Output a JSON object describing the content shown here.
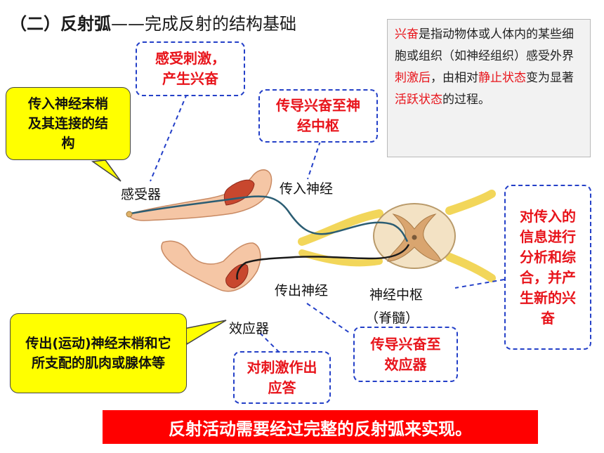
{
  "title": {
    "main": "（二）反射弧",
    "dash": "——",
    "sub": "完成反射的结构基础"
  },
  "definition": {
    "w1": "兴奋",
    "t1": "是指动物体或人体内的某些细胞或组织（如神经组织）感受外界",
    "w2": "刺激后",
    "t2": "，由相对",
    "w3": "静止状态",
    "t3": "变为显著",
    "w4": "活跃状态",
    "t4": "的过程。"
  },
  "callouts": {
    "receptor_role": "感受刺激，产生兴奋",
    "afferent_role": "传导兴奋至神经中枢",
    "center_role": "对传入的信息进行分析和综合，并产生新的兴奋",
    "efferent_role": "传导兴奋至效应器",
    "effector_role": "对刺激作出应答"
  },
  "bubbles": {
    "receptor_def": "传入神经末梢及其连接的结构",
    "effector_def": "传出(运动)神经末梢和它所支配的肌肉或腺体等"
  },
  "labels": {
    "receptor": "感受器",
    "afferent": "传入神经",
    "efferent": "传出神经",
    "center": "神经中枢",
    "center_note": "（脊髓）",
    "effector": "效应器"
  },
  "banner": "反射活动需要经过完整的反射弧来实现。",
  "colors": {
    "highlight": "#e8141b",
    "dash_border": "#2440c8",
    "bubble_fill": "#ffff00",
    "banner_fill": "#ff0000"
  }
}
